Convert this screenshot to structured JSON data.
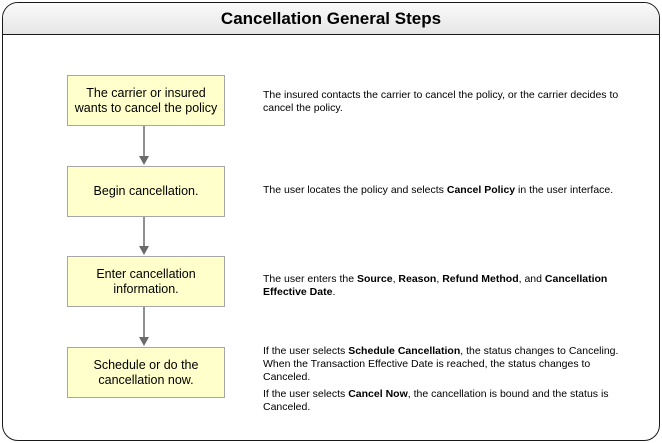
{
  "title": "Cancellation General Steps",
  "steps": [
    {
      "box": "The carrier or insured wants to cancel the policy",
      "desc": [
        [
          {
            "t": "The insured contacts the carrier to cancel the policy, or the carrier decides to cancel the policy."
          }
        ]
      ]
    },
    {
      "box": "Begin cancellation.",
      "desc": [
        [
          {
            "t": "The user locates the policy and selects "
          },
          {
            "t": "Cancel Policy",
            "b": true
          },
          {
            "t": " in the user interface."
          }
        ]
      ]
    },
    {
      "box": "Enter cancellation information.",
      "desc": [
        [
          {
            "t": "The user enters the "
          },
          {
            "t": "Source",
            "b": true
          },
          {
            "t": ", "
          },
          {
            "t": "Reason",
            "b": true
          },
          {
            "t": ", "
          },
          {
            "t": "Refund Method",
            "b": true
          },
          {
            "t": ", and "
          },
          {
            "t": "Cancellation Effective Date",
            "b": true
          },
          {
            "t": "."
          }
        ]
      ]
    },
    {
      "box": "Schedule or do the cancellation now.",
      "desc": [
        [
          {
            "t": "If the user selects "
          },
          {
            "t": "Schedule Cancellation",
            "b": true
          },
          {
            "t": ", the status changes to Canceling. When the Transaction Effective Date is reached, the status changes to Canceled."
          }
        ],
        [
          {
            "t": "If the user selects "
          },
          {
            "t": "Cancel Now",
            "b": true
          },
          {
            "t": ", the cancellation is bound and the status is Canceled."
          }
        ]
      ]
    }
  ]
}
